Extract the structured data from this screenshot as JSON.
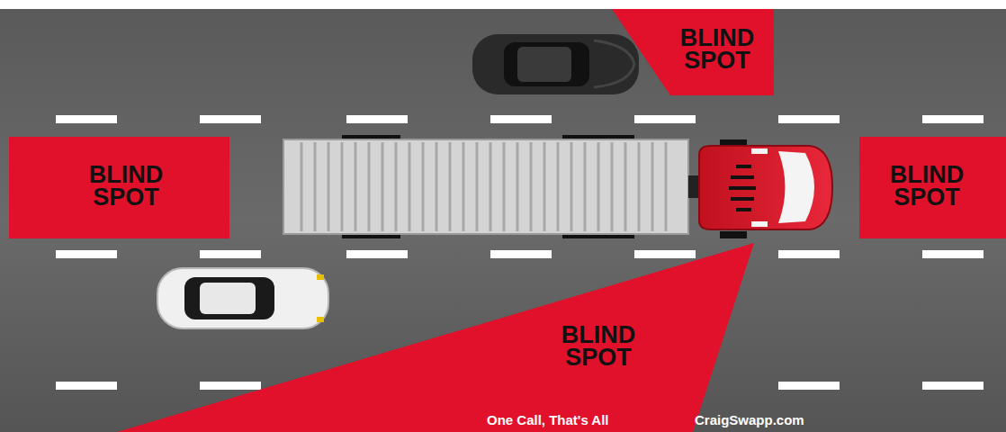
{
  "diagram": {
    "nodes": [
      {
        "text": [
          "BLIND SPOT"
        ]
      },
      {
        "text": [
          "BLIND SPOT"
        ]
      },
      {
        "text": [
          "BLIND SPOT"
        ]
      },
      {
        "text": [
          "BLIND SPOT"
        ]
      }
    ],
    "labels": [
      "One Call, That's All",
      "CraigSwapp.com"
    ]
  }
}
